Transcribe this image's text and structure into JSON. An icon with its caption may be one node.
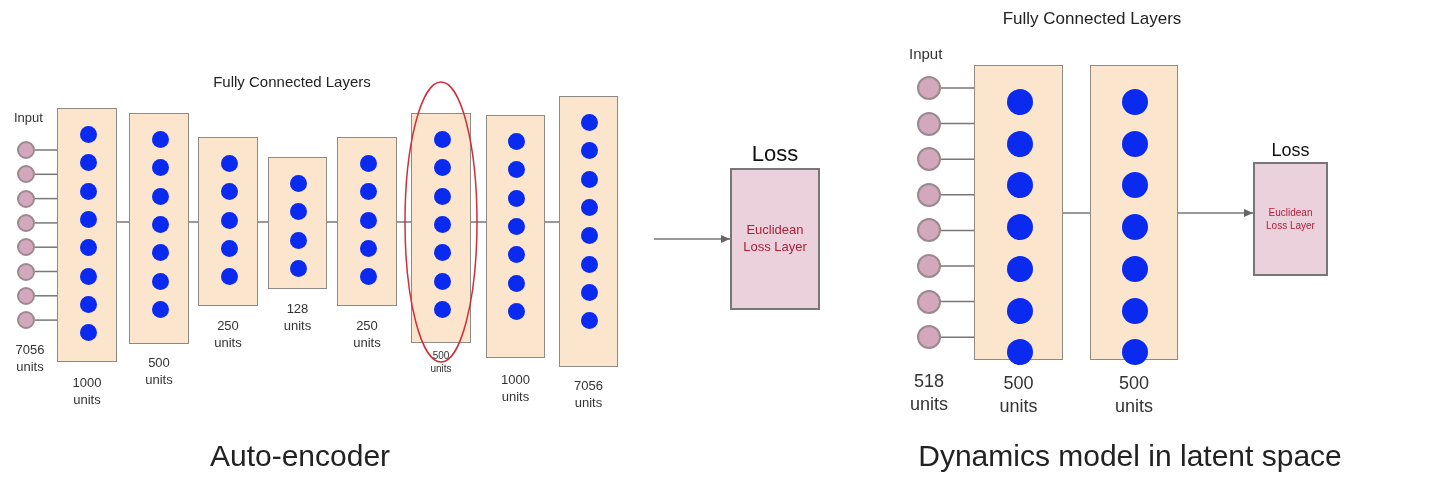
{
  "diagram": {
    "nodes": [
      {
        "text": [],
        "shape": "circle"
      },
      {
        "text": [],
        "shape": "circle"
      },
      {
        "text": [],
        "shape": "circle"
      },
      {
        "text": [],
        "shape": "circle"
      },
      {
        "text": [],
        "shape": "circle"
      },
      {
        "text": [],
        "shape": "circle"
      },
      {
        "text": [],
        "shape": "circle"
      },
      {
        "text": [],
        "shape": "circle"
      },
      {
        "text": [],
        "shape": "box",
        "beside": [
          "1000 units"
        ]
      },
      {
        "text": [],
        "shape": "circle",
        "in": 8
      },
      {
        "text": [],
        "shape": "circle",
        "in": 8
      },
      {
        "text": [],
        "shape": "circle",
        "in": 8
      },
      {
        "text": [],
        "shape": "circle",
        "in": 8
      },
      {
        "text": [],
        "shape": "circle",
        "in": 8
      },
      {
        "text": [],
        "shape": "circle",
        "in": 8
      },
      {
        "text": [],
        "shape": "circle",
        "in": 8
      },
      {
        "text": [],
        "shape": "circle",
        "in": 8
      },
      {
        "text": [],
        "shape": "box",
        "beside": [
          "500 units"
        ]
      },
      {
        "text": [],
        "shape": "circle",
        "in": 17
      },
      {
        "text": [],
        "shape": "circle",
        "in": 17
      },
      {
        "text": [],
        "shape": "circle",
        "in": 17
      },
      {
        "text": [],
        "shape": "circle",
        "in": 17
      },
      {
        "text": [],
        "shape": "circle",
        "in": 17
      },
      {
        "text": [],
        "shape": "circle",
        "in": 17
      },
      {
        "text": [],
        "shape": "circle",
        "in": 17
      },
      {
        "text": [],
        "shape": "box",
        "beside": [
          "250 units"
        ]
      },
      {
        "text": [],
        "shape": "circle",
        "in": 25
      },
      {
        "text": [],
        "shape": "circle",
        "in": 25
      },
      {
        "text": [],
        "shape": "circle",
        "in": 25
      },
      {
        "text": [],
        "shape": "circle",
        "in": 25
      },
      {
        "text": [],
        "shape": "circle",
        "in": 25
      },
      {
        "text": [],
        "shape": "box",
        "beside": [
          "128 units"
        ]
      },
      {
        "text": [],
        "shape": "circle",
        "in": 31
      },
      {
        "text": [],
        "shape": "circle",
        "in": 31
      },
      {
        "text": [],
        "shape": "circle",
        "in": 31
      },
      {
        "text": [],
        "shape": "circle",
        "in": 31
      },
      {
        "text": [],
        "shape": "box",
        "beside": [
          "250 units"
        ]
      },
      {
        "text": [],
        "shape": "circle",
        "in": 36
      },
      {
        "text": [],
        "shape": "circle",
        "in": 36
      },
      {
        "text": [],
        "shape": "circle",
        "in": 36
      },
      {
        "text": [],
        "shape": "circle",
        "in": 36
      },
      {
        "text": [],
        "shape": "circle",
        "in": 36
      },
      {
        "text": [],
        "shape": "box",
        "beside": [
          "500 units"
        ]
      },
      {
        "text": [],
        "shape": "circle",
        "in": 42
      },
      {
        "text": [],
        "shape": "circle",
        "in": 42
      },
      {
        "text": [],
        "shape": "circle",
        "in": 42
      },
      {
        "text": [],
        "shape": "circle",
        "in": 42
      },
      {
        "text": [],
        "shape": "circle",
        "in": 42
      },
      {
        "text": [],
        "shape": "circle",
        "in": 42
      },
      {
        "text": [],
        "shape": "circle",
        "in": 42
      },
      {
        "text": [],
        "shape": "box",
        "beside": [
          "1000 units"
        ]
      },
      {
        "text": [],
        "shape": "circle",
        "in": 50
      },
      {
        "text": [],
        "shape": "circle",
        "in": 50
      },
      {
        "text": [],
        "shape": "circle",
        "in": 50
      },
      {
        "text": [],
        "shape": "circle",
        "in": 50
      },
      {
        "text": [],
        "shape": "circle",
        "in": 50
      },
      {
        "text": [],
        "shape": "circle",
        "in": 50
      },
      {
        "text": [],
        "shape": "circle",
        "in": 50
      },
      {
        "text": [],
        "shape": "box",
        "beside": [
          "7056 units"
        ]
      },
      {
        "text": [],
        "shape": "circle",
        "in": 58
      },
      {
        "text": [],
        "shape": "circle",
        "in": 58
      },
      {
        "text": [],
        "shape": "circle",
        "in": 58
      },
      {
        "text": [],
        "shape": "circle",
        "in": 58
      },
      {
        "text": [],
        "shape": "circle",
        "in": 58
      },
      {
        "text": [],
        "shape": "circle",
        "in": 58
      },
      {
        "text": [],
        "shape": "circle",
        "in": 58
      },
      {
        "text": [],
        "shape": "circle",
        "in": 58
      },
      {
        "text": [
          "Loss",
          "Euclidean Loss Layer"
        ]
      },
      {
        "text": [],
        "shape": "circle"
      },
      {
        "text": [],
        "shape": "circle"
      },
      {
        "text": [],
        "shape": "circle"
      },
      {
        "text": [],
        "shape": "circle"
      },
      {
        "text": [],
        "shape": "circle"
      },
      {
        "text": [],
        "shape": "circle"
      },
      {
        "text": [],
        "shape": "circle"
      },
      {
        "text": [],
        "shape": "circle"
      },
      {
        "text": [],
        "shape": "box",
        "beside": [
          "500 units"
        ]
      },
      {
        "text": [],
        "shape": "circle",
        "in": 76
      },
      {
        "text": [],
        "shape": "circle",
        "in": 76
      },
      {
        "text": [],
        "shape": "circle",
        "in": 76
      },
      {
        "text": [],
        "shape": "circle",
        "in": 76
      },
      {
        "text": [],
        "shape": "circle",
        "in": 76
      },
      {
        "text": [],
        "shape": "circle",
        "in": 76
      },
      {
        "text": [],
        "shape": "circle",
        "in": 76
      },
      {
        "text": [],
        "shape": "box",
        "beside": [
          "500 units"
        ]
      },
      {
        "text": [],
        "shape": "circle",
        "in": 84
      },
      {
        "text": [],
        "shape": "circle",
        "in": 84
      },
      {
        "text": [],
        "shape": "circle",
        "in": 84
      },
      {
        "text": [],
        "shape": "circle",
        "in": 84
      },
      {
        "text": [],
        "shape": "circle",
        "in": 84
      },
      {
        "text": [],
        "shape": "circle",
        "in": 84
      },
      {
        "text": [],
        "shape": "circle",
        "in": 84
      },
      {
        "text": [
          "Loss",
          "Euclidean Loss Layer"
        ]
      }
    ],
    "edges": [
      {
        "from": 0,
        "to": 8,
        "arrow": "none"
      },
      {
        "from": 1,
        "to": 8,
        "arrow": "none"
      },
      {
        "from": 2,
        "to": 8,
        "arrow": "none"
      },
      {
        "from": 3,
        "to": 8,
        "arrow": "none"
      },
      {
        "from": 4,
        "to": 8,
        "arrow": "none"
      },
      {
        "from": 5,
        "to": 8,
        "arrow": "none"
      },
      {
        "from": 6,
        "to": 8,
        "arrow": "none"
      },
      {
        "from": 7,
        "to": 8,
        "arrow": "none"
      },
      {
        "from": 8,
        "to": 17,
        "arrow": "none"
      },
      {
        "from": 17,
        "to": 25,
        "arrow": "none"
      },
      {
        "from": 25,
        "to": 31,
        "arrow": "none"
      },
      {
        "from": 31,
        "to": 36,
        "arrow": "none"
      },
      {
        "from": 36,
        "to": 42,
        "arrow": "none"
      },
      {
        "from": 42,
        "to": 50,
        "arrow": "none"
      },
      {
        "from": 50,
        "to": 58,
        "arrow": "none"
      },
      {
        "from": null,
        "to": 67,
        "arrow": "to"
      },
      {
        "from": 68,
        "to": 76,
        "arrow": "none"
      },
      {
        "from": 69,
        "to": 76,
        "arrow": "none"
      },
      {
        "from": 70,
        "to": 76,
        "arrow": "none"
      },
      {
        "from": 71,
        "to": 76,
        "arrow": "none"
      },
      {
        "from": 72,
        "to": 76,
        "arrow": "none"
      },
      {
        "from": 73,
        "to": 76,
        "arrow": "none"
      },
      {
        "from": 74,
        "to": 76,
        "arrow": "none"
      },
      {
        "from": 75,
        "to": 76,
        "arrow": "none"
      },
      {
        "from": 76,
        "to": 84,
        "arrow": "none"
      },
      {
        "from": 84,
        "to": 92,
        "arrow": "to"
      }
    ],
    "labels": [
      "Fully Connected Layers",
      "Input",
      "7056 units",
      "Auto-encoder",
      "Fully Connected Layers",
      "Input",
      "518 units",
      "Dynamics model in latent space"
    ]
  }
}
